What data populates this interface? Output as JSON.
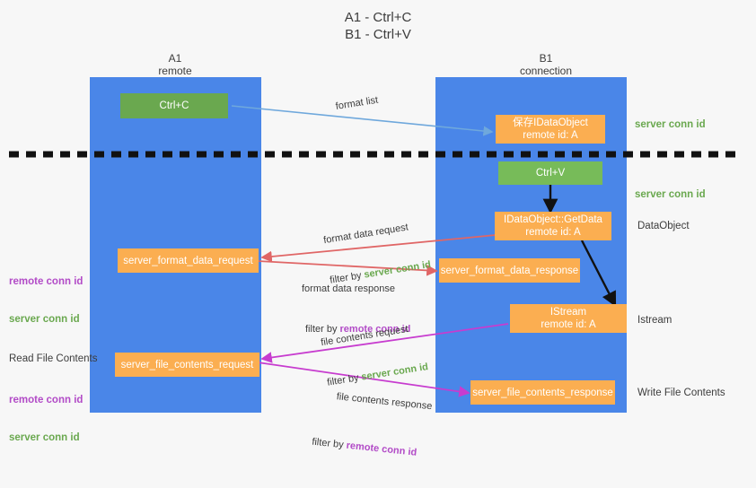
{
  "title": "A1 - Ctrl+C\nB1 - Ctrl+V",
  "colors": {
    "lane": "#4a86e8",
    "green": "#6aa84f",
    "orange": "#fbae51",
    "purple": "#b24bc7",
    "red_arrow": "#e06666",
    "blue_arrow": "#6fa8dc",
    "magenta_arrow": "#c73ccf",
    "black": "#000000",
    "background": "#f7f7f7"
  },
  "lanes": [
    {
      "id": "a1",
      "title": "A1\nremote"
    },
    {
      "id": "b1",
      "title": "B1\nconnection"
    }
  ],
  "nodes": {
    "ctrl_c": "Ctrl+C",
    "save_idataobject": "保存IDataObject\nremote id: A",
    "ctrl_v": "Ctrl+V",
    "getdata": "IDataObject::GetData\nremote id: A",
    "format_data_request": "server_format_data_request",
    "format_data_response": "server_format_data_response",
    "istream": "IStream\nremote id: A",
    "file_contents_request": "server_file_contents_request",
    "file_contents_response": "server_file_contents_response"
  },
  "edge_labels": {
    "format_list": "format list",
    "format_data_request_line1": "format data request",
    "format_data_request_filter_prefix": "filter by ",
    "format_data_request_filter_value": "server conn id",
    "format_data_response_line1": "format data response",
    "format_data_response_filter_prefix": "filter by ",
    "format_data_response_filter_value": "remote conn id",
    "file_contents_request_line1": "file contents request",
    "file_contents_request_filter_prefix": "filter by ",
    "file_contents_request_filter_value": "server conn id",
    "file_contents_response_line1": "file contents response",
    "file_contents_response_filter_prefix": "filter by ",
    "file_contents_response_filter_value": "remote conn id"
  },
  "annotations": {
    "right_server_conn_id_top": "server conn id",
    "right_server_conn_id_mid": "server conn id",
    "right_dataobject": "DataObject",
    "right_istream": "Istream",
    "right_write_file_contents": "Write File Contents",
    "left_mid_remote": "remote conn id",
    "left_mid_server": "server conn id",
    "left_read_file_contents": "Read File Contents",
    "left_bottom_remote": "remote conn id",
    "left_bottom_server": "server conn id"
  }
}
